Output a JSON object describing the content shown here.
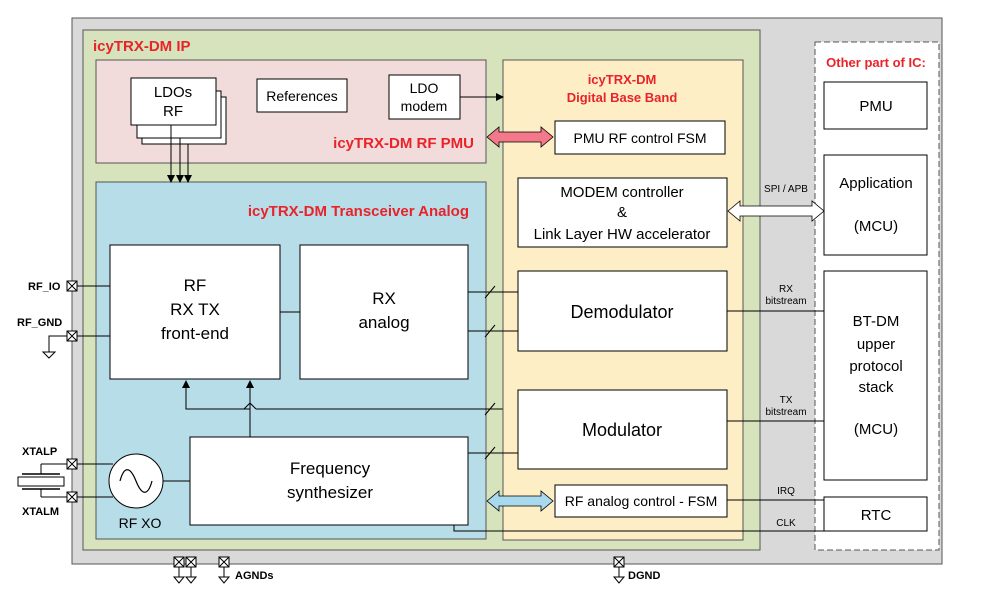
{
  "labels": {
    "ip_title": "icyTRX-DM IP",
    "rf_pmu_title": "icyTRX-DM RF PMU",
    "ldos_1": "LDOs",
    "ldos_2": "RF",
    "references": "References",
    "ldo_modem_1": "LDO",
    "ldo_modem_2": "modem",
    "transceiver_title": "icyTRX-DM Transceiver Analog",
    "rf_frontend_1": "RF",
    "rf_frontend_2": "RX TX",
    "rf_frontend_3": "front-end",
    "rx_analog_1": "RX",
    "rx_analog_2": "analog",
    "freq_synth_1": "Frequency",
    "freq_synth_2": "synthesizer",
    "rf_xo": "RF XO",
    "dbb_title_1": "icyTRX-DM",
    "dbb_title_2": "Digital Base Band",
    "pmu_rf_fsm": "PMU RF control FSM",
    "modem_ctrl_1": "MODEM controller",
    "modem_ctrl_2": "&",
    "modem_ctrl_3": "Link Layer HW accelerator",
    "demodulator": "Demodulator",
    "modulator": "Modulator",
    "rf_analog_fsm": "RF analog control - FSM",
    "other_title": "Other part of IC:",
    "pmu": "PMU",
    "application_1": "Application",
    "application_2": "(MCU)",
    "btdm_1": "BT-DM",
    "btdm_2": "upper",
    "btdm_3": "protocol",
    "btdm_4": "stack",
    "btdm_5": "(MCU)",
    "rtc": "RTC",
    "spi_apb": "SPI / APB",
    "rx_bit_1": "RX",
    "rx_bit_2": "bitstream",
    "tx_bit_1": "TX",
    "tx_bit_2": "bitstream",
    "irq": "IRQ",
    "clk": "CLK",
    "rf_io": "RF_IO",
    "rf_gnd": "RF_GND",
    "xtalp": "XTALP",
    "xtalm": "XTALM",
    "agnds": "AGNDs",
    "dgnd": "DGND"
  },
  "colors": {
    "chip_bg": "#d9d9d9",
    "ip_bg": "#d6e3bc",
    "pmu_bg": "#f2dcdb",
    "analog_bg": "#b7dde8",
    "dbb_bg": "#fdeec5",
    "title_red": "#e8232a",
    "arrow_pink": "#f2788a",
    "arrow_blue": "#a9d9ec"
  }
}
